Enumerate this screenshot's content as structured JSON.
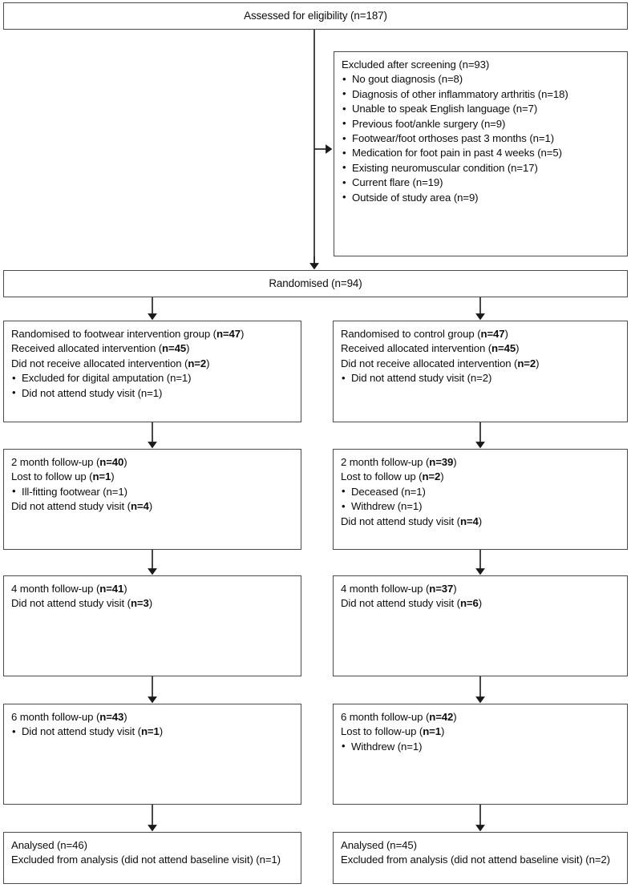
{
  "diagram": {
    "type": "consort-flow-diagram",
    "colors": {
      "border": "#4b4b4b",
      "text": "#0d0d0d",
      "background": "#ffffff",
      "connector": "#1a1a1a"
    }
  },
  "assessed": {
    "label": "Assessed for eligibility (n=187)"
  },
  "excluded": {
    "heading": "Excluded after screening (n=93)",
    "items": [
      "No gout diagnosis (n=8)",
      "Diagnosis of other inflammatory arthritis (n=18)",
      "Unable to speak English language (n=7)",
      "Previous foot/ankle surgery (n=9)",
      "Footwear/foot orthoses past 3 months (n=1)",
      "Medication for foot pain in past 4 weeks (n=5)",
      "Existing neuromuscular condition (n=17)",
      "Current flare (n=19)",
      "Outside of study area (n=9)"
    ]
  },
  "randomised": {
    "label": "Randomised (n=94)"
  },
  "allocation": {
    "left": {
      "line1_prefix": "Randomised to footwear intervention group (",
      "line1_bold": "n=47",
      "line1_suffix": ")",
      "line2_prefix": "Received allocated intervention (",
      "line2_bold": "n=45",
      "line2_suffix": ")",
      "line3_prefix": "Did not receive allocated intervention (",
      "line3_bold": "n=2",
      "line3_suffix": ")",
      "bullets": [
        "Excluded for digital amputation (n=1)",
        "Did not attend study visit (n=1)"
      ]
    },
    "right": {
      "line1_prefix": "Randomised to control group (",
      "line1_bold": "n=47",
      "line1_suffix": ")",
      "line2_prefix": "Received allocated intervention (",
      "line2_bold": "n=45",
      "line2_suffix": ")",
      "line3_prefix": "Did not receive allocated intervention (",
      "line3_bold": "n=2",
      "line3_suffix": ")",
      "bullets": [
        "Did not attend study visit (n=2)"
      ]
    }
  },
  "month2": {
    "left": {
      "line1_prefix": "2 month follow-up (",
      "line1_bold": "n=40",
      "line1_suffix": ")",
      "line2_prefix": "Lost to follow up (",
      "line2_bold": "n=1",
      "line2_suffix": ")",
      "bullets": [
        "Ill-fitting footwear (n=1)"
      ],
      "line3_prefix": "Did not attend study visit (",
      "line3_bold": "n=4",
      "line3_suffix": ")"
    },
    "right": {
      "line1_prefix": "2 month follow-up (",
      "line1_bold": "n=39",
      "line1_suffix": ")",
      "line2_prefix": "Lost to follow up (",
      "line2_bold": "n=2",
      "line2_suffix": ")",
      "bullets": [
        "Deceased (n=1)",
        "Withdrew (n=1)"
      ],
      "line3_prefix": "Did not attend study visit (",
      "line3_bold": "n=4",
      "line3_suffix": ")"
    }
  },
  "month4": {
    "left": {
      "line1_prefix": "4 month follow-up (",
      "line1_bold": "n=41",
      "line1_suffix": ")",
      "line2_prefix": "Did not attend study visit (",
      "line2_bold": "n=3",
      "line2_suffix": ")"
    },
    "right": {
      "line1_prefix": "4 month follow-up (",
      "line1_bold": "n=37",
      "line1_suffix": ")",
      "line2_prefix": "Did not attend study visit (",
      "line2_bold": "n=6",
      "line2_suffix": ")"
    }
  },
  "month6": {
    "left": {
      "line1_prefix": "6 month follow-up (",
      "line1_bold": "n=43",
      "line1_suffix": ")",
      "bullet1_prefix": "Did not attend study visit (",
      "bullet1_bold": "n=1",
      "bullet1_suffix": ")"
    },
    "right": {
      "line1_prefix": "6 month follow-up (",
      "line1_bold": "n=42",
      "line1_suffix": ")",
      "line2_prefix": "Lost to follow-up (",
      "line2_bold": "n=1",
      "line2_suffix": ")",
      "bullets": [
        "Withdrew (n=1)"
      ]
    }
  },
  "analysed": {
    "left": {
      "line1": "Analysed (n=46)",
      "line2": "Excluded from analysis (did not attend baseline visit) (n=1)"
    },
    "right": {
      "line1": "Analysed (n=45)",
      "line2": "Excluded from analysis (did not attend baseline visit) (n=2)"
    }
  }
}
